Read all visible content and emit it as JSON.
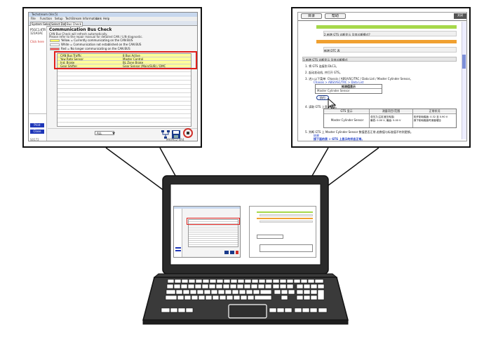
{
  "left_window": {
    "titlebar": "Techstream (Ver.5)",
    "menu": [
      "File",
      "Function",
      "Setup",
      "TechStream Information",
      "Link",
      "Help"
    ],
    "tabs": [
      "System Select",
      "Select Data",
      "Bus Check"
    ],
    "side_codes": [
      "P5GC1,KTR",
      "121A1AC"
    ],
    "side_note": "Click here",
    "title": "Communication Bus Check",
    "sub1": "CAN Bus Check will refresh automatically.",
    "sub2": "Please refer to the repair manual for detailed CAN / LIN diagnostic.",
    "legend": [
      {
        "label": "Yellow = Currently communicating on the CAN BUS",
        "color": "#ffff66"
      },
      {
        "label": "White = Communication not established on the CAN BUS",
        "color": "#ffffff"
      },
      {
        "label": "Red = No longer communicating on the CAN BUS",
        "color": "#ff5555"
      }
    ],
    "table_rows": [
      {
        "name": "CAN Bus Traffic",
        "value": "8 Bus Active"
      },
      {
        "name": "Yaw Rate Sensor",
        "value": "Master Control"
      },
      {
        "name": "Ind. Brake",
        "value": "BL Zone Brake"
      },
      {
        "name": "Gear Shifter",
        "value": "Gear Sensor (Main/SUB) / DMC"
      }
    ],
    "btn_print": "Print",
    "btn_close": "Close",
    "dropdown": "ALL",
    "footer_left": "S0172",
    "footer_right": "MK9912-4R4"
  },
  "right_window": {
    "tab1": "目录",
    "tab2": "帮助",
    "corner_tab": "关闭",
    "item1": "2.新增 GTS 诊断显示 及其诊断模式?",
    "item2": "",
    "item3": "新增 DTC 表",
    "section": "1.新增 GTS 诊断显示 及其诊断模式",
    "steps": [
      "1.  将 GTS 连接到 DLC3。",
      "2.  起动发动机, 并打开 GTS。",
      "3.  进入以下菜单: Chassis / ABS/VSC/TRC / Data List / Master Cylinder Sensor。",
      "4.  读取 GTS 上显示的值。",
      "5.  判断 GTS 上 Master Cylinder Sensor 数值是否正常,若数值与标准值不符则更换。"
    ],
    "path_link": "Chassis > ABS/VSC/TRC > Data List",
    "box_title": "检测值显示",
    "box_value": "Master Cylinder Sensor",
    "button": "执行",
    "table_headers": [
      "GTS 显示",
      "测量项目/范围",
      "正常状况"
    ],
    "table_row": [
      "Master Cylinder Sensor",
      "总压力(主缸液压传感)\n最低: 0.00 V, 最高: 5.00 V",
      "松开制动踏板: 0.32 至 0.90 V\n踩下制动踏板时读值增加"
    ],
    "final_note": "结果",
    "final_link": "接下面的表 > GTS 上显示的状态正常。"
  }
}
